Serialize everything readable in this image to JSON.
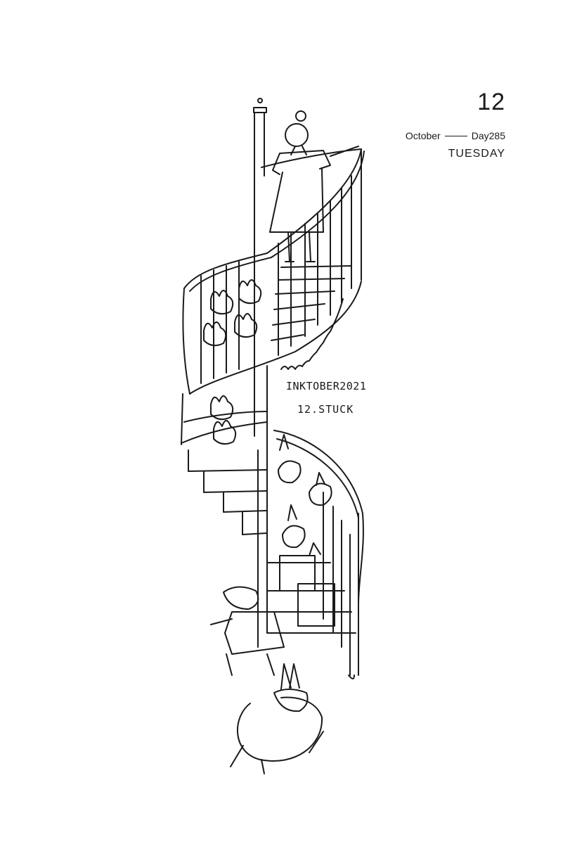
{
  "calendar": {
    "day_number": "12",
    "month": "October",
    "day_of_year": "Day285",
    "weekday": "TUESDAY"
  },
  "caption": {
    "line1": "INKTOBER2021",
    "line2": "12.STUCK"
  },
  "illustration": {
    "subject": "spiral-staircase-with-girl-and-rabbits",
    "ink_color": "#1a1a1a",
    "paper_color": "#ffffff"
  }
}
